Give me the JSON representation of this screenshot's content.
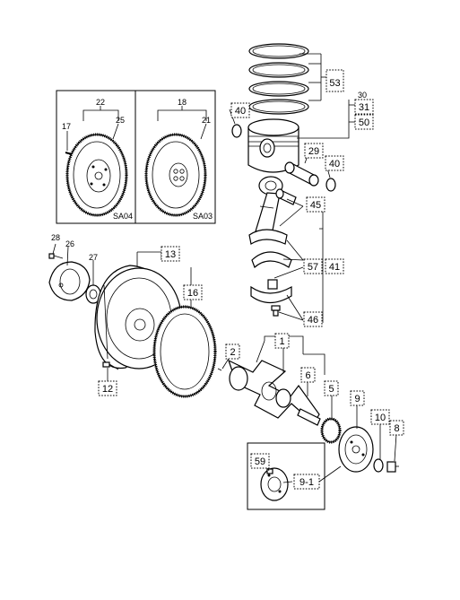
{
  "callouts": {
    "c_53": "53",
    "c_30": "30",
    "c_31": "31",
    "c_50": "50",
    "c_40a": "40",
    "c_29": "29",
    "c_40b": "40",
    "c_45": "45",
    "c_57": "57",
    "c_41": "41",
    "c_46": "46",
    "c_13": "13",
    "c_16": "16",
    "c_28": "28",
    "c_26": "26",
    "c_27": "27",
    "c_12": "12",
    "c_2": "2",
    "c_1": "1",
    "c_6": "6",
    "c_5": "5",
    "c_9": "9",
    "c_10": "10",
    "c_8": "8",
    "c_59": "59",
    "c_91": "9-1",
    "c_22": "22",
    "c_25": "25",
    "c_17": "17",
    "c_18": "18",
    "c_21": "21"
  },
  "insets": {
    "left_code": "SA04",
    "right_code": "SA03"
  }
}
